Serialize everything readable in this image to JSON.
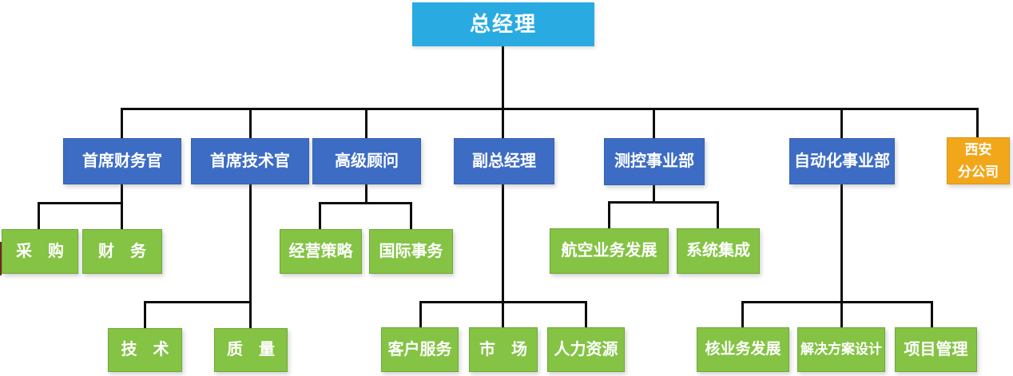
{
  "org": {
    "root": {
      "label": "总经理"
    },
    "level2": {
      "cfo": {
        "label": "首席财务官"
      },
      "cto": {
        "label": "首席技术官"
      },
      "advisor": {
        "label": "高级顾问"
      },
      "deputy_gm": {
        "label": "副总经理"
      },
      "mc_division": {
        "label": "测控事业部"
      },
      "auto_division": {
        "label": "自动化事业部"
      },
      "xian_branch": {
        "label_line1": "西安",
        "label_line2": "分公司"
      }
    },
    "level3": {
      "procurement": {
        "label": "采　购"
      },
      "finance": {
        "label": "财　务"
      },
      "strategy": {
        "label": "经营策略"
      },
      "intl": {
        "label": "国际事务"
      },
      "aviation": {
        "label": "航空业务发展"
      },
      "sys_int": {
        "label": "系统集成"
      },
      "tech": {
        "label": "技　术"
      },
      "quality": {
        "label": "质　量"
      },
      "customer": {
        "label": "客户服务"
      },
      "market": {
        "label": "市　场"
      },
      "hr": {
        "label": "人力资源"
      },
      "core_biz": {
        "label": "核业务发展"
      },
      "solution": {
        "label": "解决方案设计"
      },
      "project": {
        "label": "项目管理"
      }
    },
    "edges": [
      {
        "parent": "总经理",
        "children": [
          "首席财务官",
          "首席技术官",
          "高级顾问",
          "副总经理",
          "测控事业部",
          "自动化事业部",
          "西安分公司"
        ]
      },
      {
        "parent": "首席财务官",
        "children": [
          "采购",
          "财务"
        ]
      },
      {
        "parent": "首席技术官",
        "children": [
          "技术",
          "质量"
        ]
      },
      {
        "parent": "高级顾问",
        "children": [
          "经营策略",
          "国际事务"
        ]
      },
      {
        "parent": "副总经理",
        "children": [
          "客户服务",
          "市场",
          "人力资源"
        ]
      },
      {
        "parent": "测控事业部",
        "children": [
          "航空业务发展",
          "系统集成"
        ]
      },
      {
        "parent": "自动化事业部",
        "children": [
          "核业务发展",
          "解决方案设计",
          "项目管理"
        ]
      },
      {
        "parent": "西安分公司",
        "children": []
      }
    ],
    "colors": {
      "root_box": "#29abe2",
      "level2_box": "#3d6cc4",
      "level3_box": "#84c344",
      "branch_box": "#f2a71b",
      "connector_line": "#0d0d0d",
      "text": "#ffffff",
      "background": "#ffffff"
    }
  }
}
